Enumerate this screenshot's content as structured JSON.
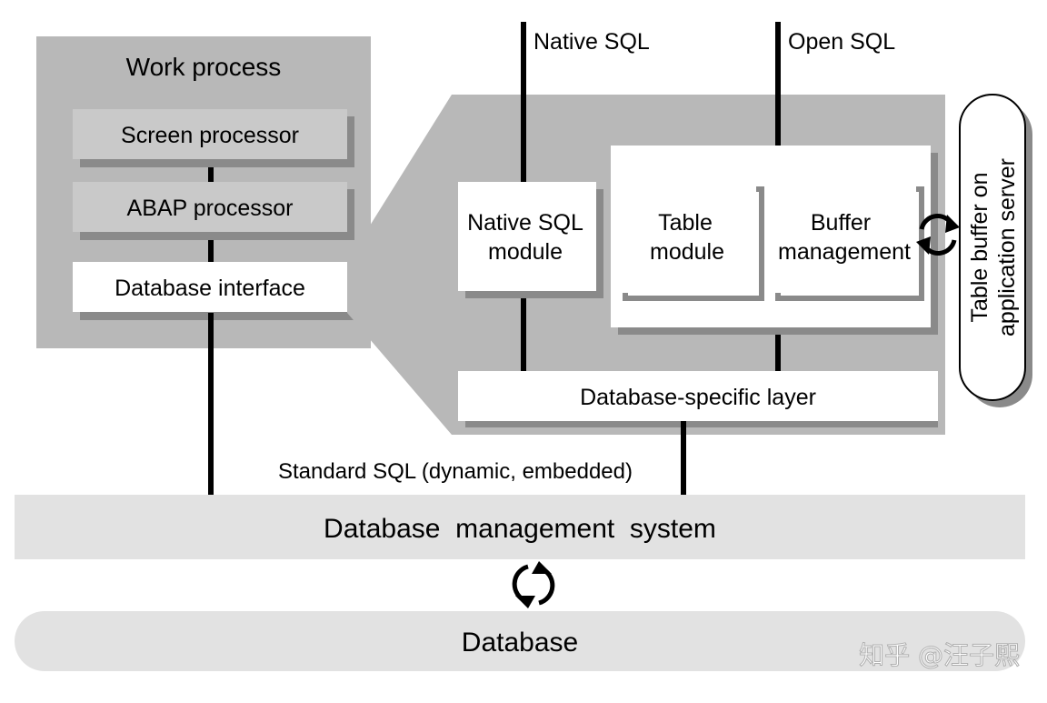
{
  "work_process": {
    "title": "Work process",
    "screen_processor": "Screen processor",
    "abap_processor": "ABAP processor",
    "database_interface": "Database interface"
  },
  "interface_detail": {
    "native_sql_top_label": "Native SQL",
    "open_sql_top_label": "Open SQL",
    "native_sql_module": [
      "Native SQL",
      "module"
    ],
    "table_module": [
      "Table",
      "module"
    ],
    "buffer_management": [
      "Buffer",
      "management"
    ],
    "database_specific_layer": "Database-specific layer",
    "table_buffer": [
      "Table buffer on",
      "application server"
    ]
  },
  "standard_sql_label": "Standard SQL (dynamic, embedded)",
  "dbms": "Database  management  system",
  "database": "Database",
  "watermark": "知乎 @汪子熙",
  "colors": {
    "panel_gray": "#b8b8b8",
    "inner_gray": "#c9c9c9",
    "box_white": "#ffffff",
    "shadow_gray": "#8a8a8a",
    "dbms_bg": "#e2e2e2",
    "database_bg": "#e2e2e2",
    "line": "#000000"
  },
  "icons": [
    "sync-arrows-icon"
  ]
}
